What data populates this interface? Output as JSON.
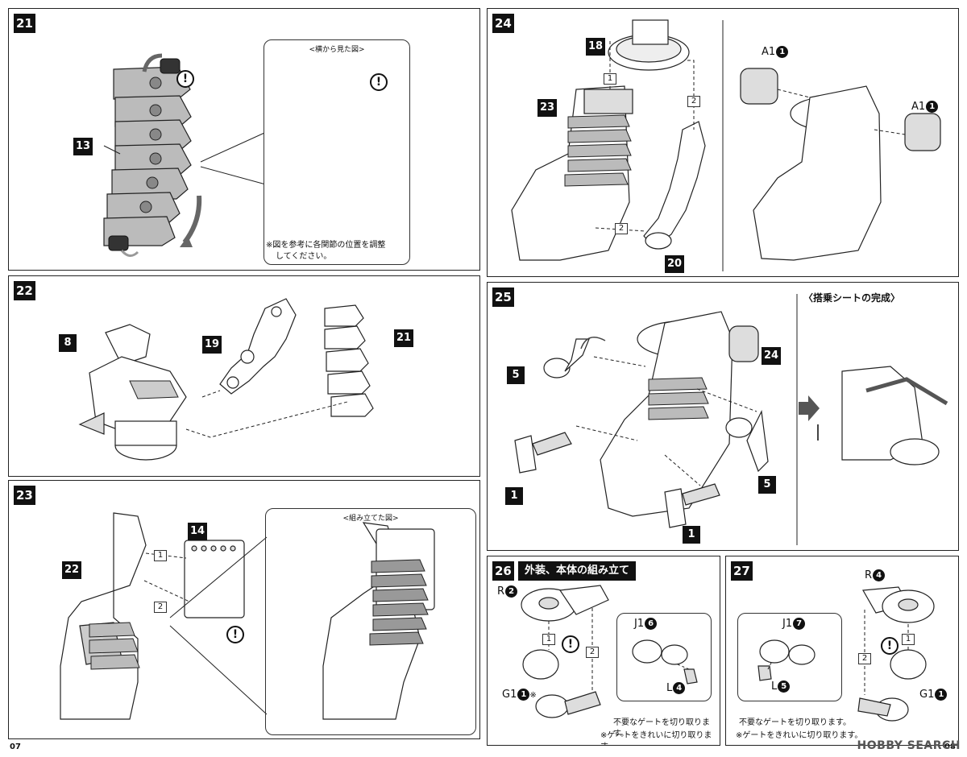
{
  "steps": {
    "s21": {
      "num": "21",
      "part_13": "13",
      "inset_title": "<横から見た図>",
      "note_line1": "※図を参考に各関節の位置を調整",
      "note_line2": "してください。"
    },
    "s22": {
      "num": "22",
      "part_8": "8",
      "part_19": "19",
      "part_21": "21"
    },
    "s23": {
      "num": "23",
      "part_22": "22",
      "part_14": "14",
      "inset_title": "<組み立てた図>",
      "seq1": "1",
      "seq2": "2"
    },
    "s24": {
      "num": "24",
      "part_18": "18",
      "part_23": "23",
      "part_20": "20",
      "seq1": "1",
      "seq2": "2",
      "label_a1_left": "A1",
      "label_a1_right": "A1",
      "a1_num": "1"
    },
    "s25": {
      "num": "25",
      "part_5a": "5",
      "part_5b": "5",
      "part_1a": "1",
      "part_1b": "1",
      "part_24": "24",
      "complete_title": "〈搭乗シートの完成〉"
    },
    "s26": {
      "num": "26",
      "title": "外装、本体の組み立て",
      "r_label": "R",
      "r_num": "2",
      "g1_label": "G1",
      "g1_num": "1",
      "g1_mark": "※",
      "j1_label": "J1",
      "j1_num": "6",
      "l_label": "L",
      "l_num": "4",
      "seq1": "1",
      "seq2": "2",
      "gate_note": "不要なゲートを切り取ります。",
      "gate_note2": "※ゲートをきれいに切り取ります。"
    },
    "s27": {
      "num": "27",
      "r_label": "R",
      "r_num": "4",
      "g1_label": "G1",
      "g1_num": "1",
      "j1_label": "J1",
      "j1_num": "7",
      "l_label": "L",
      "l_num": "5",
      "seq1": "1",
      "seq2": "2",
      "gate_note": "不要なゲートを切り取ります。",
      "gate_note2": "※ゲートをきれいに切り取ります。"
    }
  },
  "warning_symbol": "!",
  "pages": {
    "left": "07",
    "right": "08"
  },
  "watermark": "HOBBY SEARCH"
}
